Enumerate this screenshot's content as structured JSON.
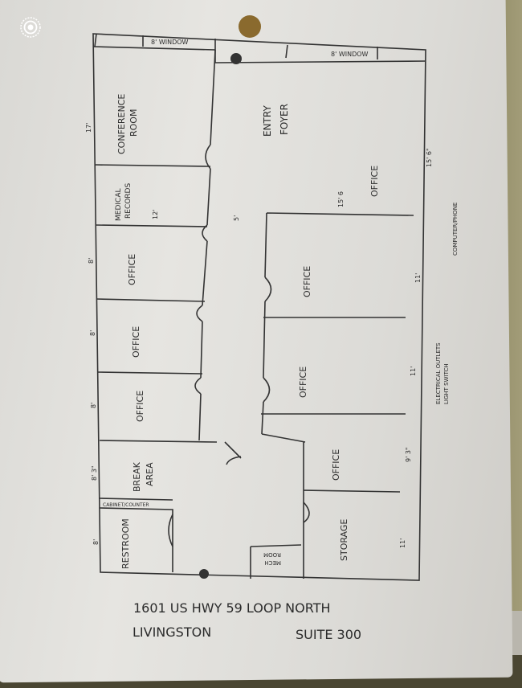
{
  "photo": {
    "live_icon": "live-photo-icon"
  },
  "plan": {
    "windows": [
      "8' WINDOW",
      "8' WINDOW"
    ],
    "rooms": {
      "conference": [
        "CONFERENCE",
        "ROOM"
      ],
      "medical": [
        "MEDICAL",
        "RECORDS"
      ],
      "office_l1": "OFFICE",
      "office_l2": "OFFICE",
      "office_l3": "OFFICE",
      "break": [
        "BREAK",
        "AREA"
      ],
      "cabinet": "CABINET/COUNTER",
      "restroom": "RESTROOM",
      "entry": [
        "ENTRY",
        "FOYER"
      ],
      "office_r0": "OFFICE",
      "office_r1": "OFFICE",
      "office_r2": "OFFICE",
      "office_r3": "OFFICE",
      "storage": "STORAGE",
      "mech": [
        "MECH",
        "ROOM"
      ]
    },
    "dims": {
      "left": [
        "17'",
        "8'",
        "8'",
        "8'",
        "8' 3\"",
        "8'"
      ],
      "inner": [
        "12'",
        "5'",
        "15' 6"
      ],
      "right": [
        "15' 6\"",
        "11'",
        "11'",
        "9' 3\"",
        "11'"
      ]
    }
  },
  "legend": {
    "outlets": "ELECTRICAL OUTLETS",
    "switch": "LIGHT SWITCH",
    "computer": "COMPUTER/PHONE"
  },
  "address": {
    "line1": "1601 US HWY 59 LOOP NORTH",
    "city": "LIVINGSTON",
    "suite": "SUITE 300"
  }
}
